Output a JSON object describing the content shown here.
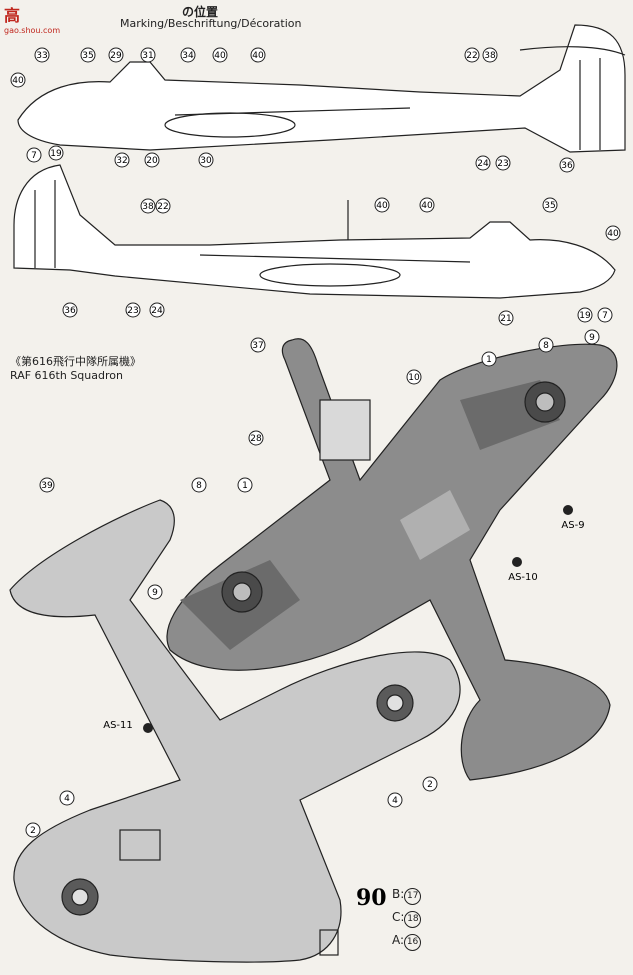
{
  "header": {
    "title_jp": "の位置",
    "title_multi": "Marking/Beschriftung/Décoration",
    "watermark_top": "高",
    "watermark_bottom": "gao.shou.com"
  },
  "squadron": {
    "jp": "《第616飛行中隊所属機》",
    "en": "RAF 616th Squadron"
  },
  "callouts_side_top": [
    "33",
    "35",
    "29",
    "31",
    "34",
    "40",
    "40",
    "22",
    "38",
    "40",
    "7",
    "19",
    "32",
    "20",
    "30",
    "24",
    "23",
    "36"
  ],
  "callouts_side_bottom": [
    "38",
    "22",
    "40",
    "40",
    "35",
    "40",
    "36",
    "23",
    "24",
    "21",
    "19",
    "7"
  ],
  "callouts_plan": [
    "37",
    "1",
    "8",
    "9",
    "10",
    "28",
    "8",
    "1",
    "9",
    "39",
    "2",
    "4",
    "4",
    "2"
  ],
  "part_codes": [
    {
      "code": "AS-9"
    },
    {
      "code": "AS-10"
    },
    {
      "code": "AS-11"
    }
  ],
  "decal_letters": [
    {
      "letter": "B:",
      "num": "17"
    },
    {
      "letter": "C:",
      "num": "18"
    },
    {
      "letter": "A:",
      "num": "16"
    }
  ],
  "fuselage_code": "90",
  "colors": {
    "paper": "#f3f1ec",
    "ink": "#222222",
    "camo_dark": "#6b6b6b",
    "camo_mid": "#9a9a9a",
    "camo_light": "#c9c9c9"
  }
}
